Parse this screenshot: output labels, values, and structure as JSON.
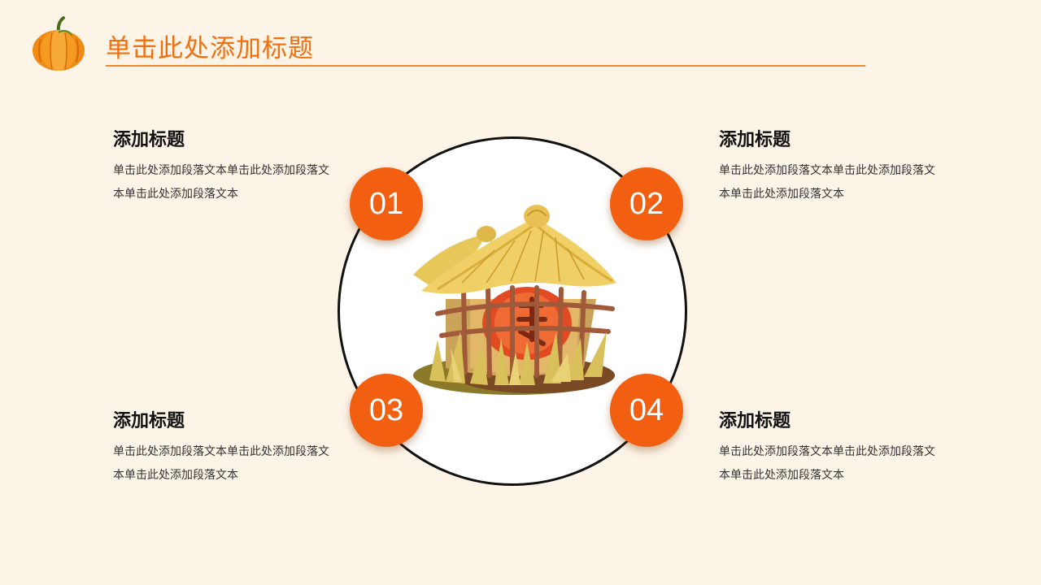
{
  "slide": {
    "title": "单击此处添加标题"
  },
  "badges": [
    "01",
    "02",
    "03",
    "04"
  ],
  "items": [
    {
      "heading": "添加标题",
      "body": "单击此处添加段落文本单击此处添加段落文本单击此处添加段落文本"
    },
    {
      "heading": "添加标题",
      "body": "单击此处添加段落文本单击此处添加段落文本单击此处添加段落文本"
    },
    {
      "heading": "添加标题",
      "body": "单击此处添加段落文本单击此处添加段落文本单击此处添加段落文本"
    },
    {
      "heading": "添加标题",
      "body": "单击此处添加段落文本单击此处添加段落文本单击此处添加段落文本"
    }
  ],
  "colors": {
    "background": "#fdf4e8",
    "accent": "#f35f10",
    "title": "#f07010",
    "underline": "#f2862b"
  },
  "icons": {
    "logo": "pumpkin-icon",
    "center": "straw-hut-illustration"
  }
}
